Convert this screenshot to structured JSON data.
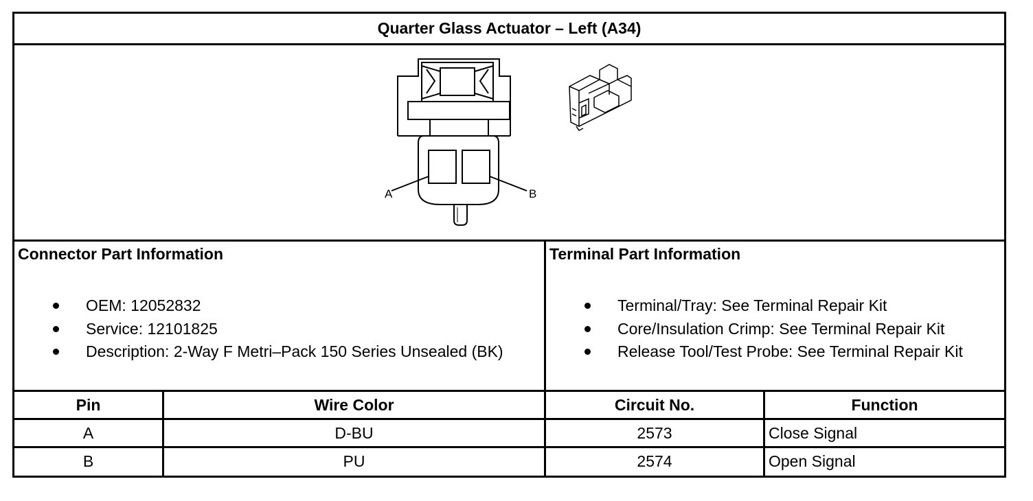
{
  "title": "Quarter Glass Actuator – Left (A34)",
  "diagram": {
    "pin_a_label": "A",
    "pin_b_label": "B"
  },
  "connector_info": {
    "heading": "Connector Part Information",
    "items": [
      "OEM: 12052832",
      "Service: 12101825",
      "Description: 2-Way F Metri–Pack 150 Series Unsealed (BK)"
    ]
  },
  "terminal_info": {
    "heading": "Terminal Part Information",
    "items": [
      "Terminal/Tray: See Terminal Repair Kit",
      "Core/Insulation Crimp: See Terminal Repair Kit",
      "Release Tool/Test Probe: See Terminal Repair Kit"
    ]
  },
  "pin_table": {
    "headers": [
      "Pin",
      "Wire Color",
      "Circuit No.",
      "Function"
    ],
    "rows": [
      [
        "A",
        "D-BU",
        "2573",
        "Close Signal"
      ],
      [
        "B",
        "PU",
        "2574",
        "Open Signal"
      ]
    ]
  }
}
